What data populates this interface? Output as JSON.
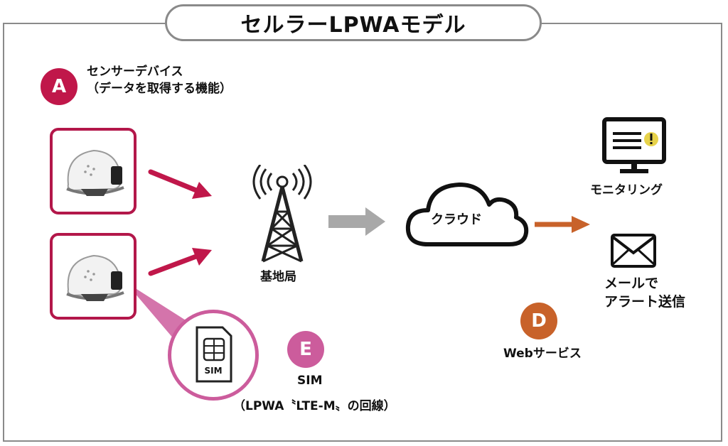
{
  "title": "セルラーLPWAモデル",
  "badges": {
    "a": "A",
    "d": "D",
    "e": "E"
  },
  "sensor": {
    "line1": "センサーデバイス",
    "line2": "（データを取得する機能）"
  },
  "base_station": "基地局",
  "cloud": "クラウド",
  "monitoring": "モニタリング",
  "mail": {
    "line1": "メールで",
    "line2": "アラート送信"
  },
  "web_service": "Webサービス",
  "sim": {
    "card_text": "SIM",
    "label1": "SIM",
    "label2": "（LPWA〝LTE-M〟の回線）"
  },
  "colors": {
    "crimson": "#c0174a",
    "card_border": "#b3174a",
    "pink": "#cc5c9c",
    "orange": "#c8622a",
    "gray_arrow": "#a8a8a8",
    "frame": "#8a8a8a"
  },
  "icons": [
    "helmet-sensor-icon",
    "antenna-tower-icon",
    "cloud-icon",
    "monitor-alert-icon",
    "envelope-icon",
    "sim-card-icon"
  ]
}
